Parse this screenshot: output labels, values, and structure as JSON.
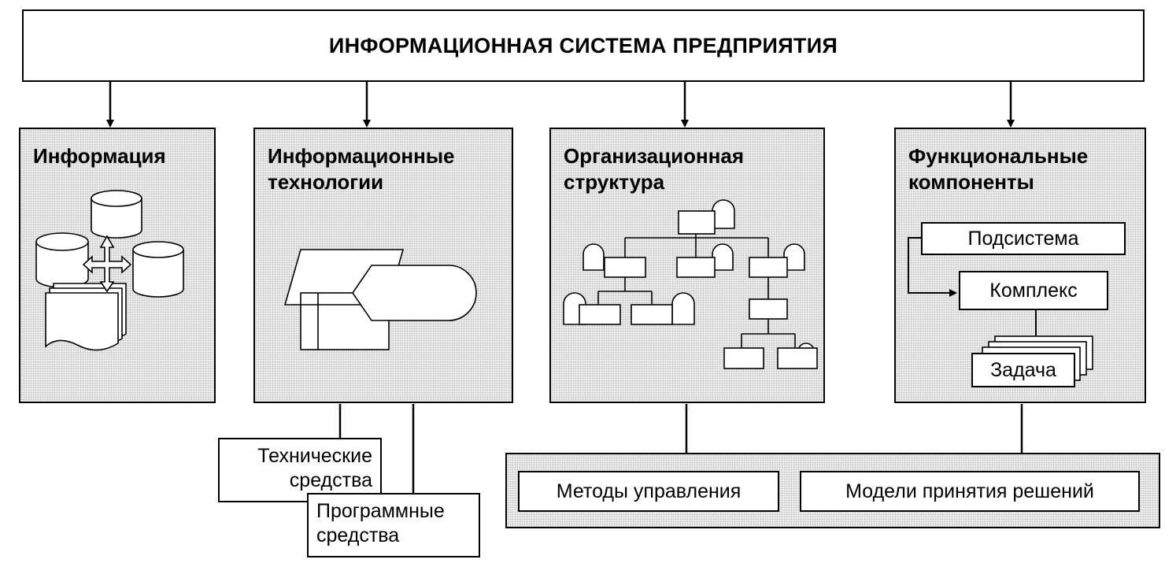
{
  "title": "ИНФОРМАЦИОННАЯ СИСТЕМА ПРЕДПРИЯТИЯ",
  "panels": {
    "information": {
      "title": "Информация"
    },
    "technologies": {
      "title": "Информационные\nтехнологии"
    },
    "organization": {
      "title": "Организационная\nструктура"
    },
    "functional": {
      "title": "Функциональные\nкомпоненты",
      "subsystem": "Подсистема",
      "complex": "Комплекс",
      "task": "Задача"
    }
  },
  "tech_means": {
    "hardware": "Технические\nсредства",
    "software": "Программные\nсредства"
  },
  "management": {
    "methods": "Методы управления",
    "models": "Модели принятия решений"
  }
}
